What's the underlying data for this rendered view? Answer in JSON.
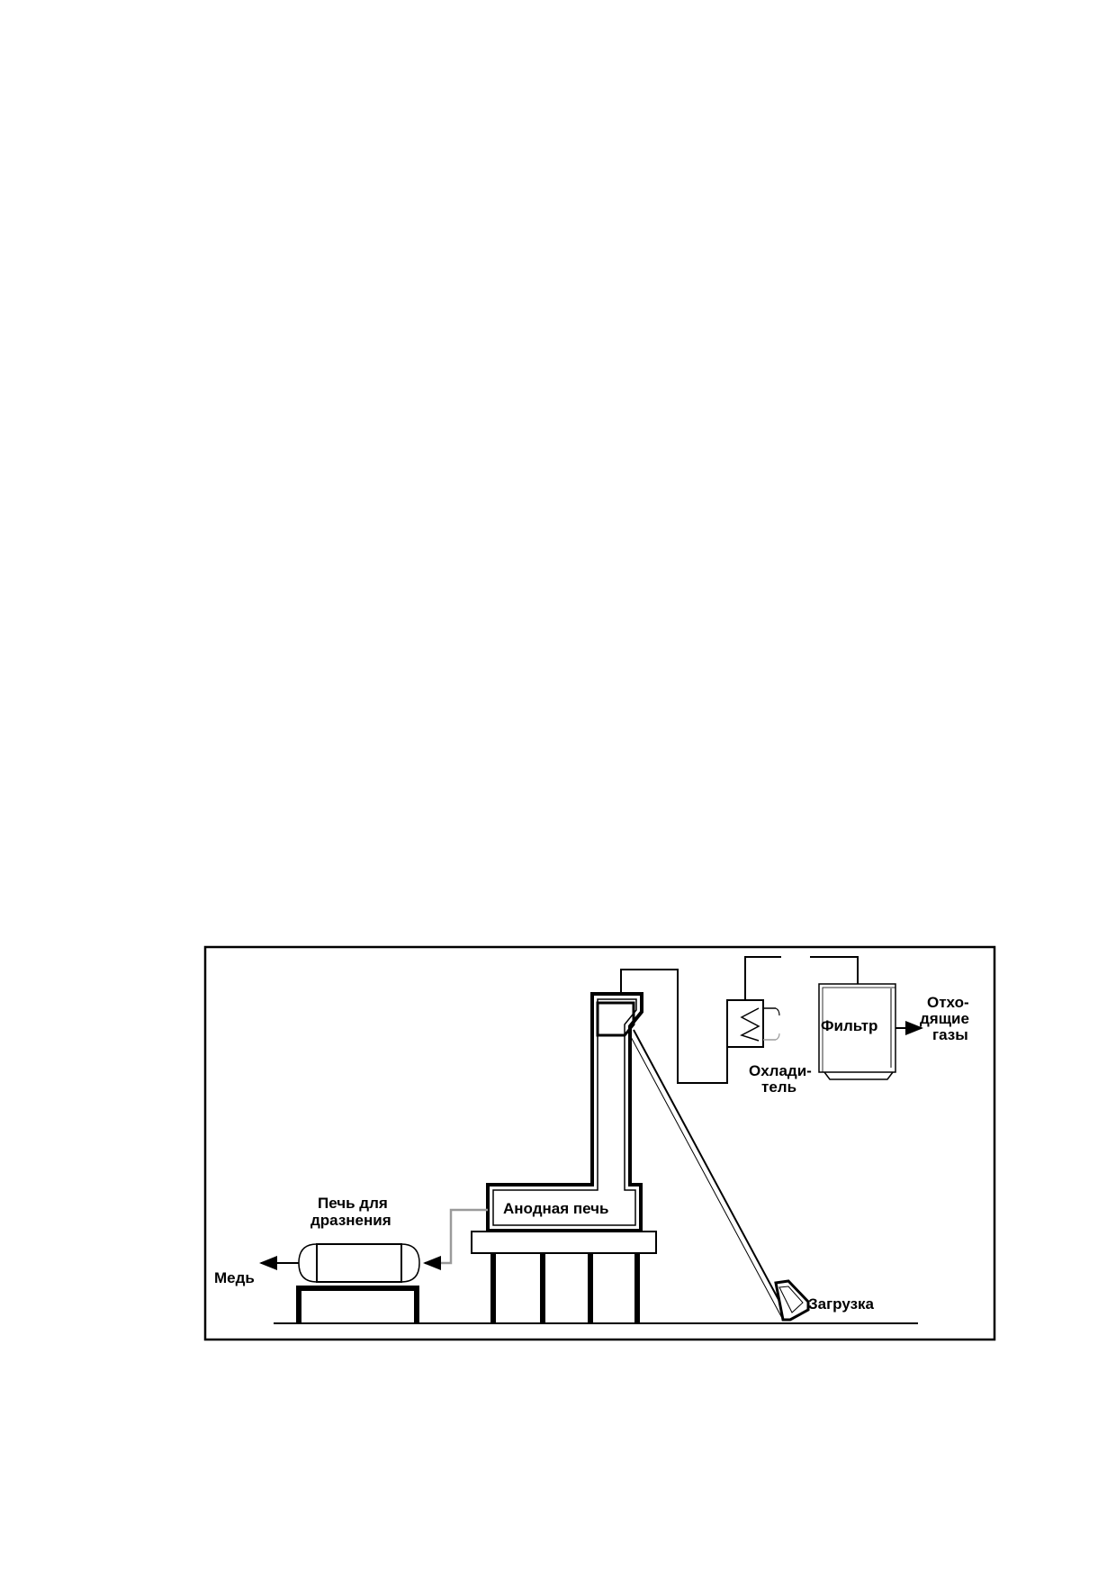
{
  "diagram": {
    "labels": {
      "anode_furnace": "Анодная печь",
      "poling_furnace_line1": "Печь для",
      "poling_furnace_line2": "дразнения",
      "copper": "Медь",
      "loading": "Загрузка",
      "cooler_line1": "Охлади-",
      "cooler_line2": "тель",
      "filter": "Фильтр",
      "offgas_line1": "Отхо-",
      "offgas_line2": "дящие",
      "offgas_line3": "газы"
    },
    "colors": {
      "line": "#000000",
      "transfer_line": "#9a9a9a",
      "background": "#ffffff"
    }
  }
}
